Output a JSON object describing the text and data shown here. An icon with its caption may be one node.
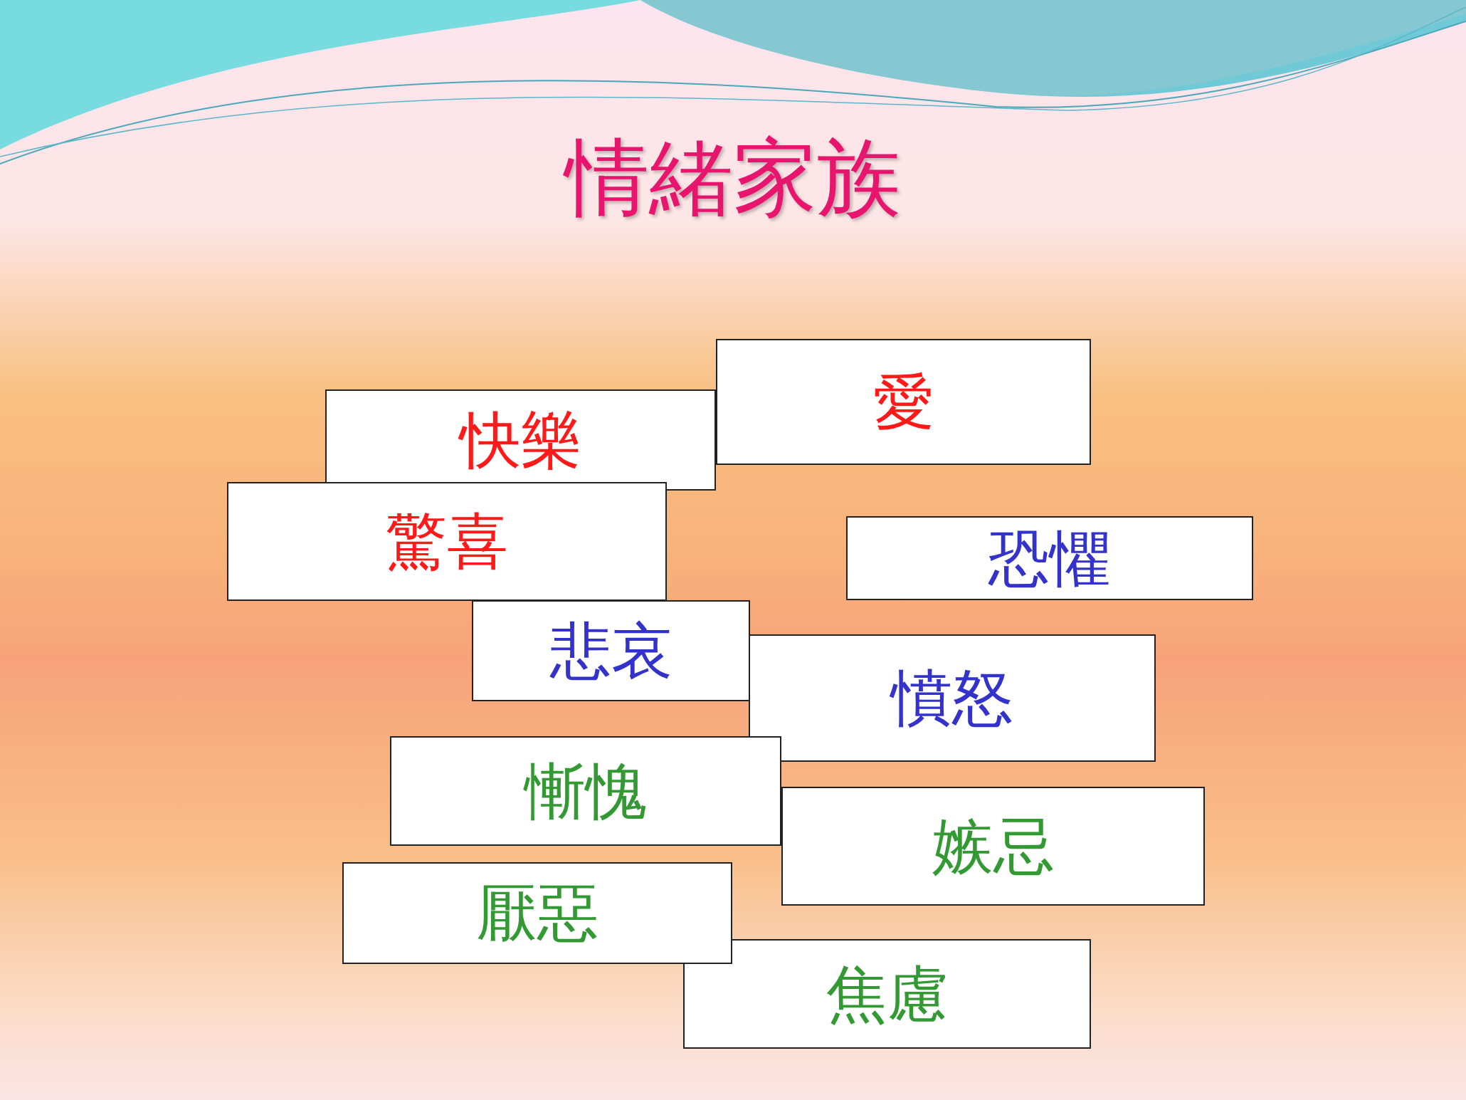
{
  "diagram": {
    "title": "情緒家族",
    "nodes": [
      {
        "text": [
          "愛"
        ]
      },
      {
        "text": [
          "快樂"
        ]
      },
      {
        "text": [
          "驚喜"
        ]
      },
      {
        "text": [
          "恐懼"
        ]
      },
      {
        "text": [
          "悲哀"
        ]
      },
      {
        "text": [
          "憤怒"
        ]
      },
      {
        "text": [
          "慚愧"
        ]
      },
      {
        "text": [
          "嫉忌"
        ]
      },
      {
        "text": [
          "厭惡"
        ]
      },
      {
        "text": [
          "焦慮"
        ]
      }
    ]
  }
}
